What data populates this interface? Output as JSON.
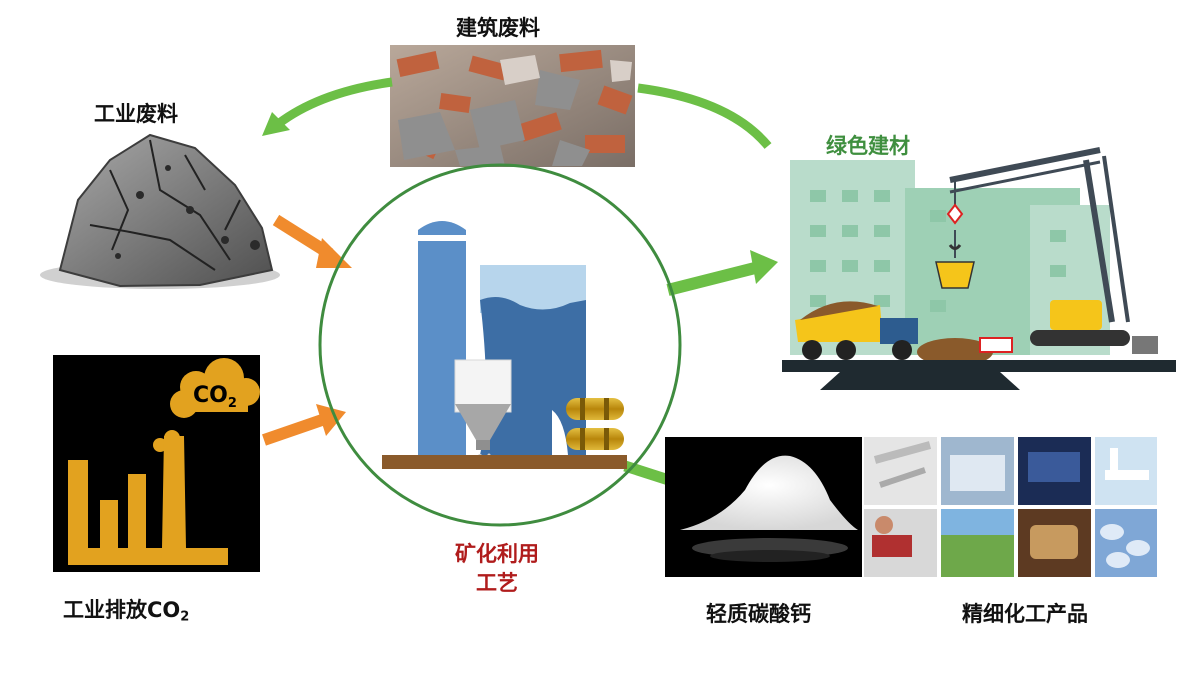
{
  "labels": {
    "industrial_waste": "工业废料",
    "construction_waste": "建筑废料",
    "green_building_materials": "绿色建材",
    "industrial_co2_prefix": "工业排放CO",
    "co2_subscript": "2",
    "process_line1": "矿化利用",
    "process_line2": "工艺",
    "light_calcium_carbonate": "轻质碳酸钙",
    "fine_chemical_products": "精细化工产品"
  },
  "co2_badge": {
    "text": "CO",
    "subscript": "2"
  },
  "colors": {
    "process_label": "#b01c1c",
    "green_label": "#3f8f3f",
    "cycle_arrow": "#6cbf46",
    "input_arrow": "#f08b2d",
    "factory_panel": "#000000",
    "factory_gold": "#e2a21f"
  }
}
